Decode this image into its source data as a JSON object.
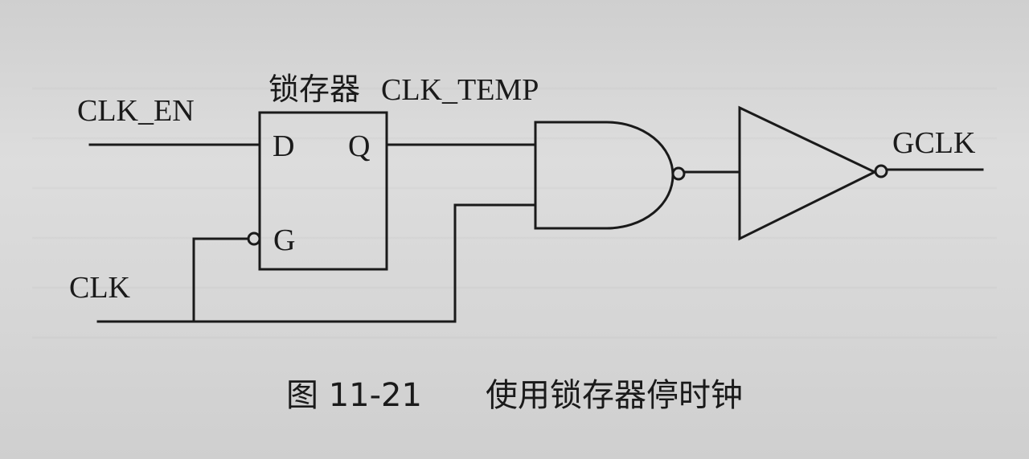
{
  "diagram": {
    "inputs": {
      "clk_en": "CLK_EN",
      "clk": "CLK"
    },
    "latch": {
      "title": "锁存器",
      "pin_d": "D",
      "pin_q": "Q",
      "pin_g": "G"
    },
    "net_clk_temp": "CLK_TEMP",
    "output": "GCLK"
  },
  "caption": {
    "figure_number": "图 11-21",
    "text": "使用锁存器停时钟"
  },
  "colors": {
    "ink": "#1a1a1a",
    "paper": "#d9d9d9"
  }
}
